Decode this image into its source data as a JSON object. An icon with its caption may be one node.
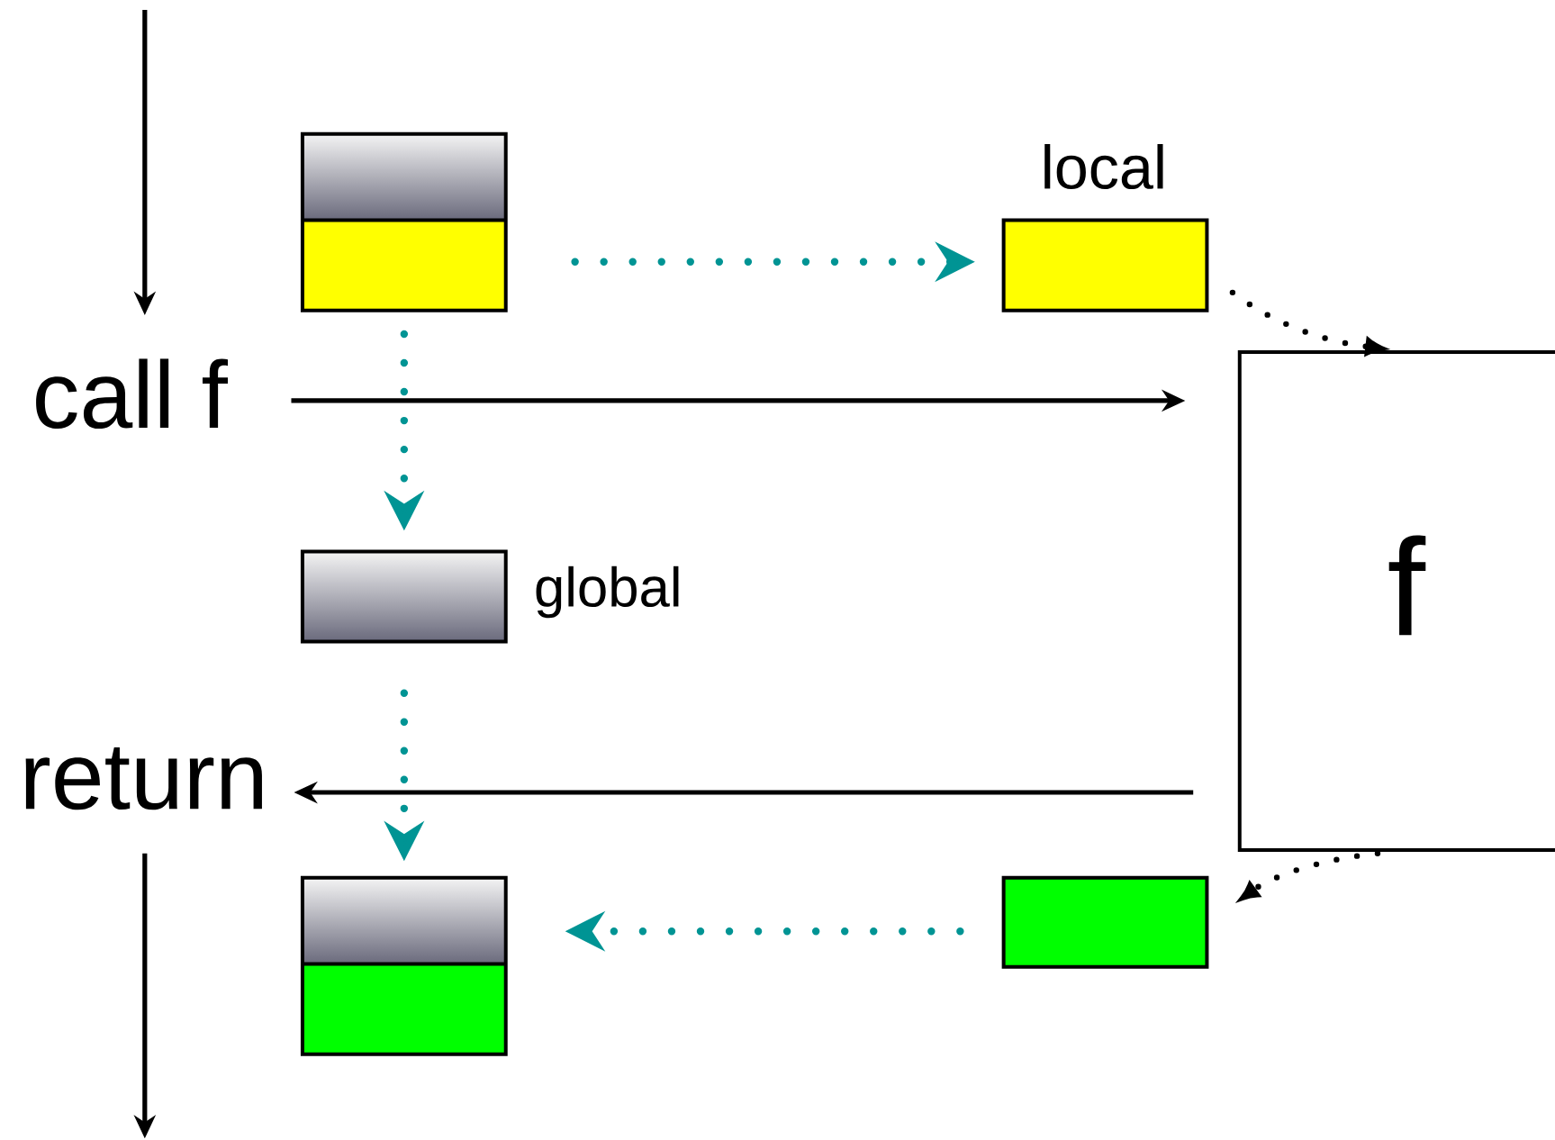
{
  "diagram": {
    "nodes": [
      {
        "text": [],
        "shape": "box"
      },
      {
        "text": [
          "local"
        ]
      },
      {
        "text": [
          "call f"
        ]
      },
      {
        "text": [
          "f"
        ]
      },
      {
        "text": [
          "global"
        ]
      },
      {
        "text": [
          "return"
        ]
      },
      {
        "text": [],
        "shape": "box"
      },
      {
        "text": [],
        "shape": "box"
      }
    ],
    "edges": [
      {
        "from": null,
        "to": 2,
        "arrow": "to"
      },
      {
        "from": 2,
        "to": 3,
        "arrow": "to"
      },
      {
        "from": 3,
        "to": 5,
        "arrow": "to"
      },
      {
        "from": 5,
        "to": null,
        "arrow": "to"
      },
      {
        "from": 0,
        "to": 1,
        "arrow": "to",
        "style": "dashed",
        "color": "#009494"
      },
      {
        "from": 0,
        "to": 4,
        "arrow": "to",
        "style": "dashed",
        "color": "#009494"
      },
      {
        "from": 4,
        "to": 6,
        "arrow": "to",
        "style": "dashed",
        "color": "#009494"
      },
      {
        "from": 7,
        "to": 6,
        "arrow": "to",
        "style": "dashed",
        "color": "#009494"
      },
      {
        "from": 1,
        "to": 3,
        "arrow": "to",
        "style": "dashed"
      },
      {
        "from": 3,
        "to": 7,
        "arrow": "to",
        "style": "dashed"
      }
    ]
  }
}
